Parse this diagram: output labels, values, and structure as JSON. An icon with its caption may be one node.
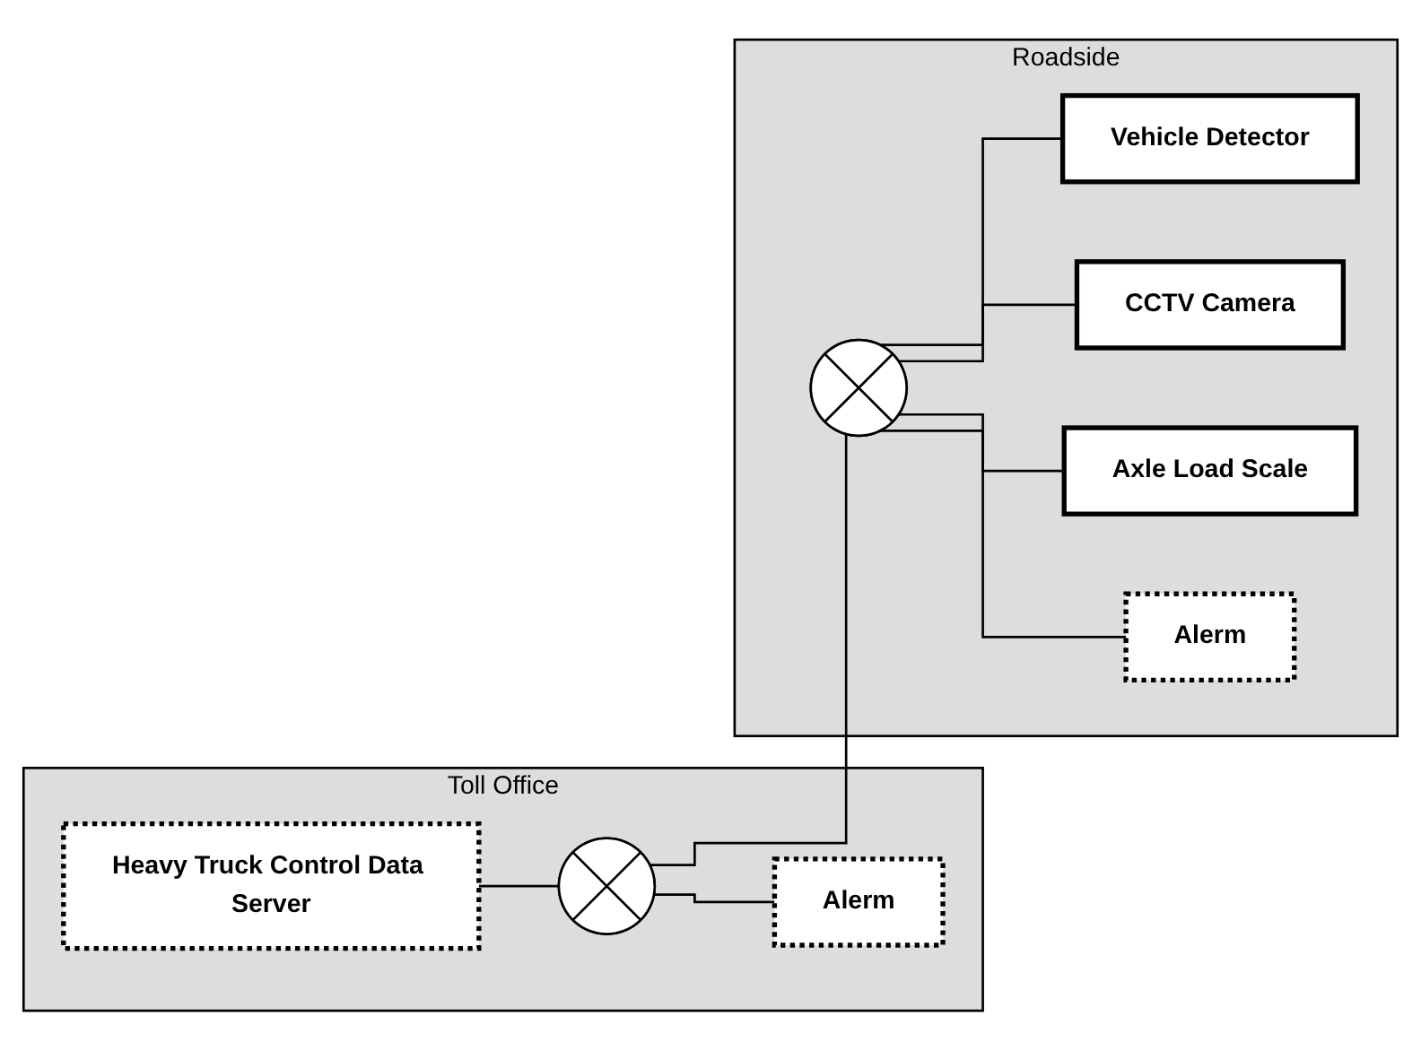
{
  "diagram": {
    "nodes": [
      {
        "text": [
          "Toll Office"
        ]
      },
      {
        "text": [
          "Heavy Truck Control Data Server"
        ],
        "in": 0
      },
      {
        "text": [],
        "shape": "circle",
        "in": 0
      },
      {
        "text": [
          "Alerm"
        ],
        "in": 0
      },
      {
        "text": [
          "Roadside"
        ]
      },
      {
        "text": [],
        "shape": "circle",
        "in": 4
      },
      {
        "text": [
          "Vehicle Detector"
        ],
        "in": 4
      },
      {
        "text": [
          "CCTV Camera"
        ],
        "in": 4
      },
      {
        "text": [
          "Axle Load Scale"
        ],
        "in": 4
      },
      {
        "text": [
          "Alerm"
        ],
        "in": 4
      }
    ],
    "edges": [
      {
        "from": 1,
        "to": 2,
        "arrow": "none"
      },
      {
        "from": 2,
        "to": 3,
        "arrow": "none"
      },
      {
        "from": 2,
        "to": 5,
        "arrow": "none"
      },
      {
        "from": 5,
        "to": 6,
        "arrow": "none"
      },
      {
        "from": 5,
        "to": 7,
        "arrow": "none"
      },
      {
        "from": 5,
        "to": 8,
        "arrow": "none"
      },
      {
        "from": 5,
        "to": 9,
        "arrow": "none"
      }
    ]
  }
}
